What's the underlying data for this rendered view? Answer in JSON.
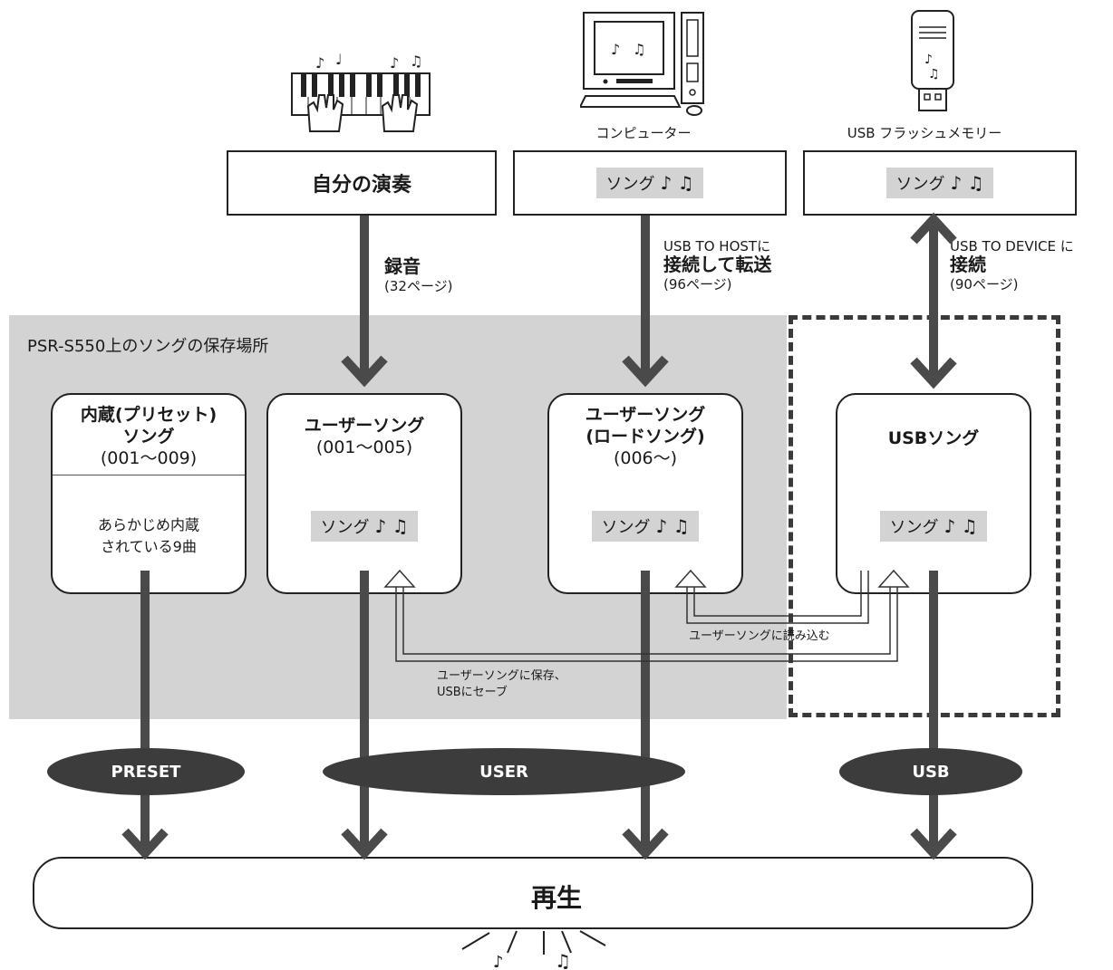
{
  "sources": {
    "performance": {
      "caption": "",
      "box_label": "自分の演奏"
    },
    "computer": {
      "caption": "コンピューター",
      "chip_label": "ソング"
    },
    "usb_flash": {
      "caption": "USB フラッシュメモリー",
      "chip_label": "ソング"
    }
  },
  "steps": {
    "record": {
      "title": "録音",
      "page": "(32ページ)"
    },
    "host": {
      "line1": "USB TO HOSTに",
      "title": "接続して転送",
      "page": "(96ページ)"
    },
    "device": {
      "line1": "USB TO DEVICE に",
      "title": "接続",
      "page": "(90ページ)"
    }
  },
  "storage": {
    "label": "PSR-S550上のソングの保存場所"
  },
  "locations": {
    "preset": {
      "title1": "内蔵(プリセット)",
      "title2": "ソング",
      "range": "(001～009)",
      "body1": "あらかじめ内蔵",
      "body2": "されている9曲"
    },
    "user": {
      "title1": "ユーザーソング",
      "range": "(001～005)",
      "chip_label": "ソング"
    },
    "user_load": {
      "title1": "ユーザーソング",
      "title2": "(ロードソング)",
      "range": "(006～)",
      "chip_label": "ソング"
    },
    "usb": {
      "title1": "USBソング",
      "chip_label": "ソング"
    }
  },
  "transfers": {
    "load_to_user": "ユーザーソングに読み込む",
    "save_line1": "ユーザーソングに保存、",
    "save_line2": "USBにセーブ"
  },
  "categories": {
    "preset": "PRESET",
    "user": "USER",
    "usb": "USB"
  },
  "playback": {
    "title": "再生"
  },
  "icons": [
    "keyboard-hands-icon",
    "computer-icon",
    "usb-stick-icon",
    "music-notes-icon"
  ],
  "colors": {
    "storage_bg": "#d3d3d3",
    "arrow": "#4a4a4a",
    "oval": "#3c3c3c"
  }
}
